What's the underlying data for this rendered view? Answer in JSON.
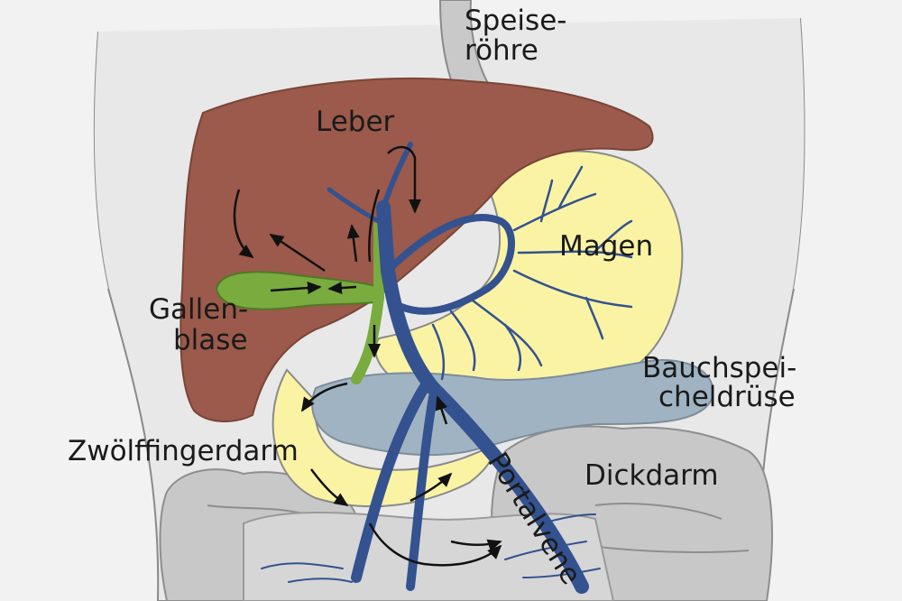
{
  "labels": {
    "speise_1": "Speise-",
    "speise_2": "röhre",
    "leber": "Leber",
    "magen": "Magen",
    "gallen_1": "Gallen-",
    "gallen_2": "blase",
    "bauch_1": "Bauchspei-",
    "bauch_2": "cheldrüse",
    "zwoelf": "Zwölffingerdarm",
    "dickdarm": "Dickdarm",
    "portalvene": "Portalvene"
  },
  "colors": {
    "background": "#f2f2f2",
    "body": "#e8e8e8",
    "liver": "#9b5a4b",
    "stomach": "#fbf3a4",
    "pancreas": "#9fb3c2",
    "gallbladder": "#7aab3f",
    "vein": "#33528f",
    "colon": "#c8c8c8",
    "arrow": "#111111"
  },
  "icons": [
    "flow-arrow"
  ]
}
